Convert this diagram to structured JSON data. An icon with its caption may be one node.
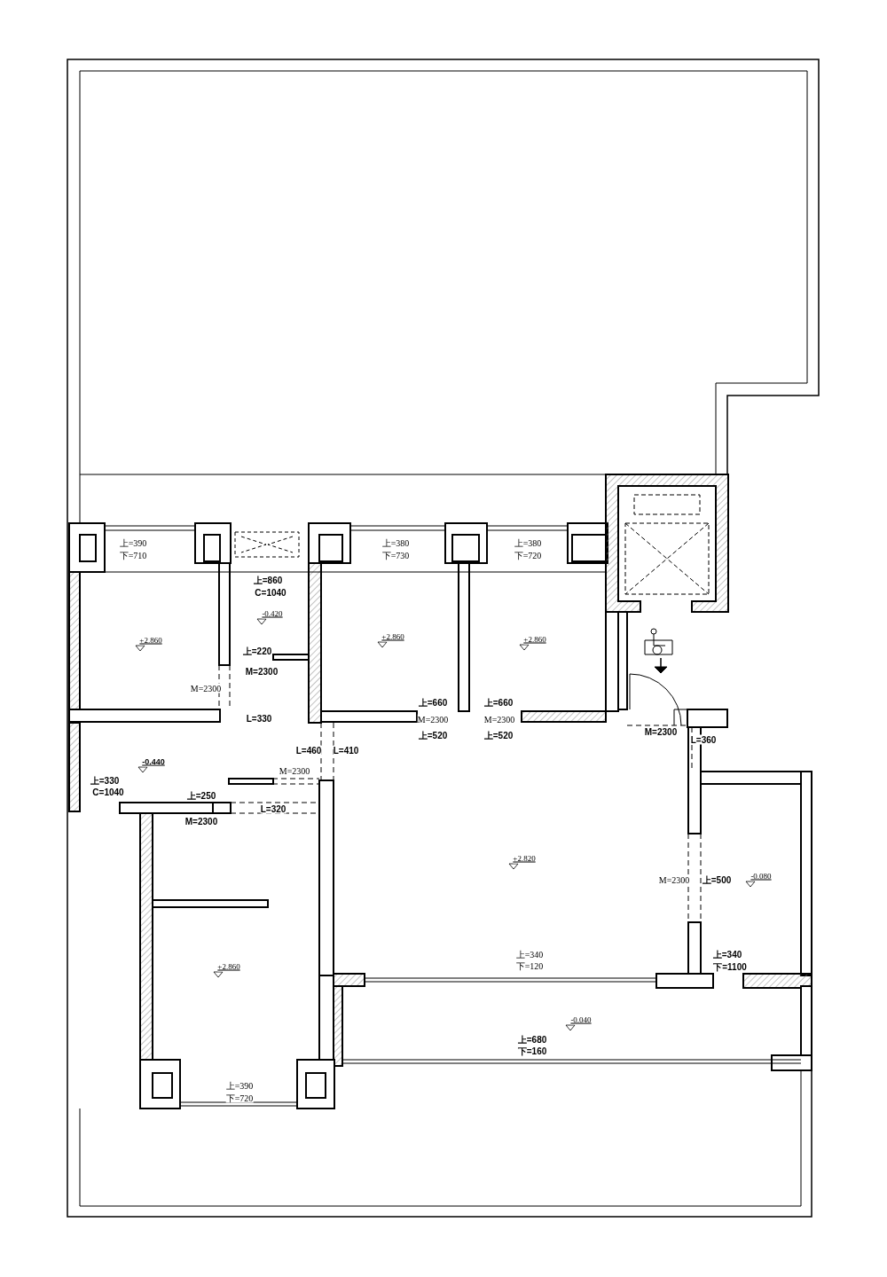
{
  "diagram": {
    "labels": [
      "上=390",
      "下=710",
      "上=380",
      "下=730",
      "上=380",
      "下=720",
      "上=860",
      "C=1040",
      "-0.420",
      "+2.860",
      "+2.860",
      "+2.860",
      "上=220",
      "M=2300",
      "M=2300",
      "上=660",
      "上=660",
      "L=330",
      "M=2300",
      "M=2300",
      "上=520",
      "上=520",
      "M=2300",
      "L=360",
      "L=460",
      "L=410",
      "-0.440",
      "M=2300",
      "上=330",
      "C=1040",
      "上=250",
      "L=320",
      "M=2300",
      "+2.820",
      "M=2300",
      "上=500",
      "-0.080",
      "上=340",
      "下=120",
      "上=340",
      "下=1100",
      "+2.860",
      "-0.040",
      "上=680",
      "下=160",
      "上=390",
      "下=720"
    ]
  }
}
